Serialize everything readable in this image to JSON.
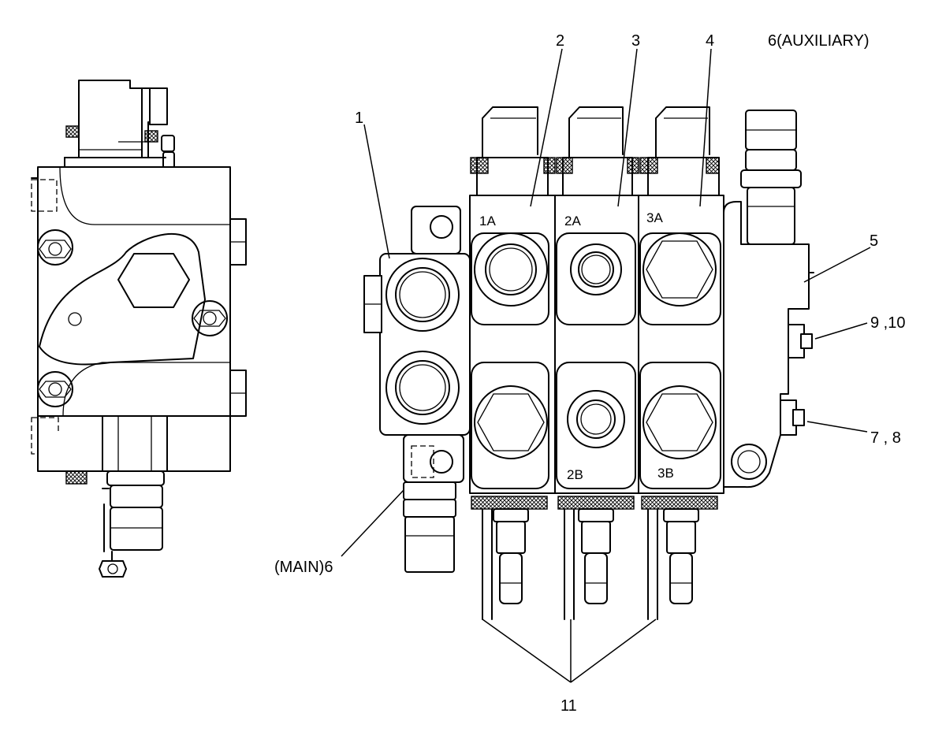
{
  "callouts": {
    "c1": "1",
    "c2": "2",
    "c3": "3",
    "c4": "4",
    "c5": "5",
    "c6_aux": "6(AUXILIARY)",
    "c6_main": "(MAIN)6",
    "c7_8": "7 , 8",
    "c9_10": "9 ,10",
    "c11": "11"
  },
  "ports": {
    "p1a": "1A",
    "p2a": "2A",
    "p3a": "3A",
    "p2b": "2B",
    "p3b": "3B"
  },
  "colors": {
    "line": "#000000",
    "background": "#ffffff"
  }
}
